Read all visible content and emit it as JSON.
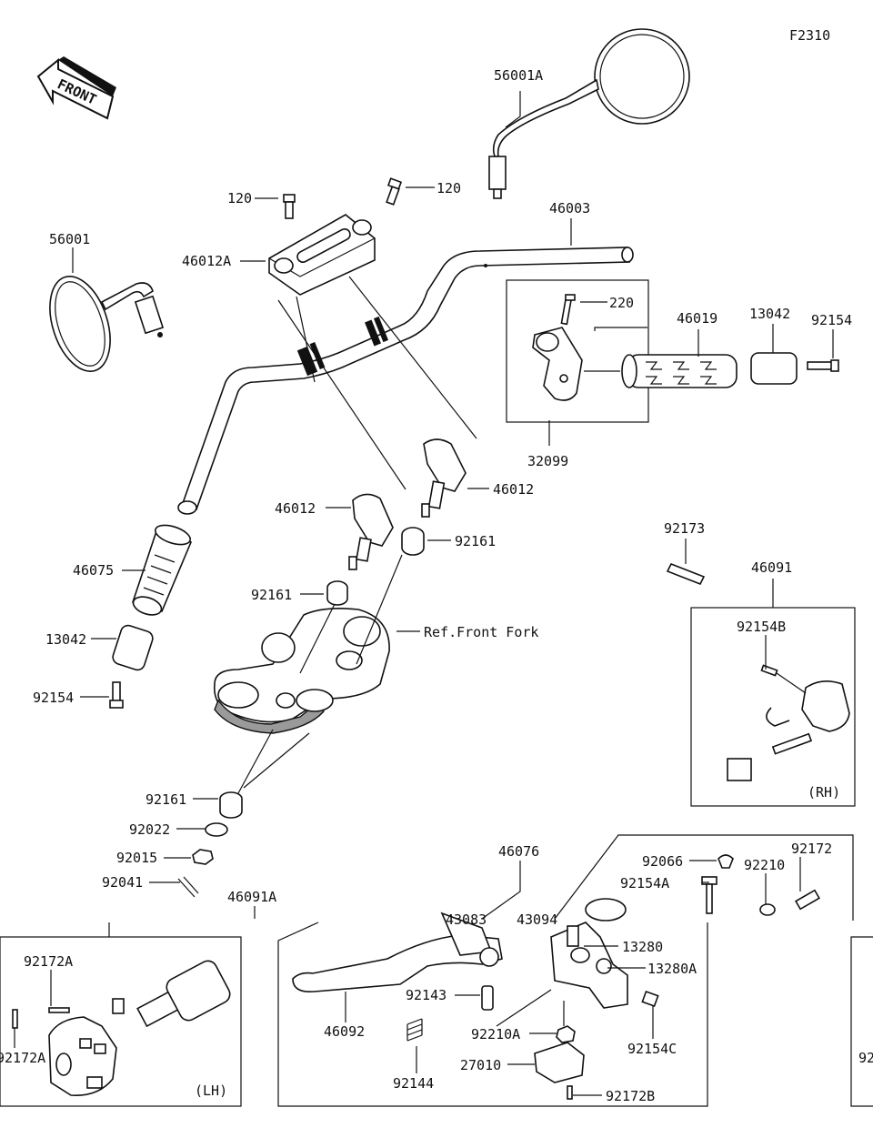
{
  "figure_code": "F2310",
  "front_label": "FRONT",
  "ref_label": "Ref.Front Fork",
  "side_labels": {
    "rh": "(RH)",
    "lh": "(LH)"
  },
  "parts": {
    "p56001A": "56001A",
    "p120a": "120",
    "p120b": "120",
    "p46003": "46003",
    "p56001": "56001",
    "p46012A": "46012A",
    "p220": "220",
    "p46019": "46019",
    "p13042a": "13042",
    "p92154a": "92154",
    "p32099": "32099",
    "p46012a": "46012",
    "p46012b": "46012",
    "p92161a": "92161",
    "p46075": "46075",
    "p92161b": "92161",
    "p92173": "92173",
    "p46091": "46091",
    "p92154B": "92154B",
    "p13042b": "13042",
    "p92154b": "92154",
    "p92161c": "92161",
    "p92022": "92022",
    "p92015": "92015",
    "p92041": "92041",
    "p46076": "46076",
    "p92066": "92066",
    "p92172a": "92172",
    "p92210": "92210",
    "p92154A": "92154A",
    "p46091A": "46091A",
    "p92172A1": "92172A",
    "p92172A2": "92172A",
    "p13280": "13280",
    "p13280A": "13280A",
    "p92143": "92143",
    "p46092": "46092",
    "p92210A": "92210A",
    "p92154C": "92154C",
    "p27010": "27010",
    "p92144": "92144",
    "p92172B": "92172B",
    "p43094": "43094",
    "p43083": "43083",
    "p92cut": "92"
  }
}
